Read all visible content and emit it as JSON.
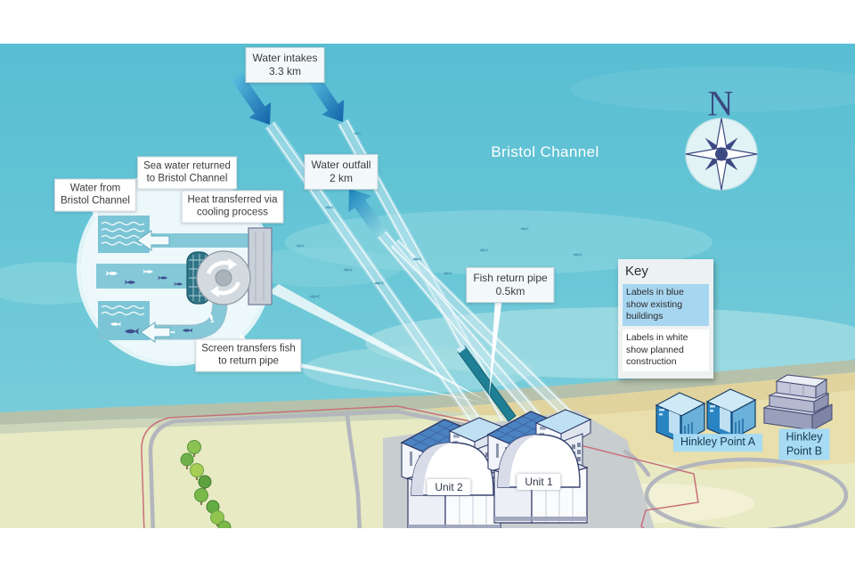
{
  "figure": {
    "region_label": "Bristol Channel",
    "compass_letter": "N"
  },
  "labels": {
    "water_intakes": {
      "line1": "Water intakes",
      "line2": "3.3 km"
    },
    "water_outfall": {
      "line1": "Water outfall",
      "line2": "2 km"
    },
    "fish_return_pipe": {
      "line1": "Fish return pipe",
      "line2": "0.5km"
    },
    "water_from": {
      "line1": "Water from",
      "line2": "Bristol Channel"
    },
    "sea_water_returned": {
      "line1": "Sea water returned",
      "line2": "to Bristol Channel"
    },
    "heat_transferred": {
      "line1": "Heat transferred via",
      "line2": "cooling process"
    },
    "screen_transfers": {
      "line1": "Screen transfers fish",
      "line2": "to return pipe"
    },
    "unit_1": "Unit 1",
    "unit_2": "Unit 2",
    "hinkley_point_a": "Hinkley Point A",
    "hinkley_point_b": {
      "line1": "Hinkley",
      "line2": "Point B"
    }
  },
  "key": {
    "title": "Key",
    "items": [
      {
        "text": "Labels in blue show existing buildings",
        "style": "blue",
        "color": "#a7d6f0"
      },
      {
        "text": "Labels in white show planned construction",
        "style": "white",
        "color": "#ffffff"
      }
    ]
  },
  "colors": {
    "sea": "#68c6d6",
    "land": "#e7eac3",
    "sand": "#e0d29b",
    "shore": "#b5c1ab",
    "intake_arrow_dark": "#1261a8",
    "intake_arrow_light": "#5cc3e2",
    "outfall_arrow_dark": "#1b86bd",
    "fish_return_pipe": "#1f7f95",
    "existing_label_bg": "#a7daf3",
    "planned_label_bg": "#ffffff",
    "compass_navy": "#3d4a82"
  }
}
